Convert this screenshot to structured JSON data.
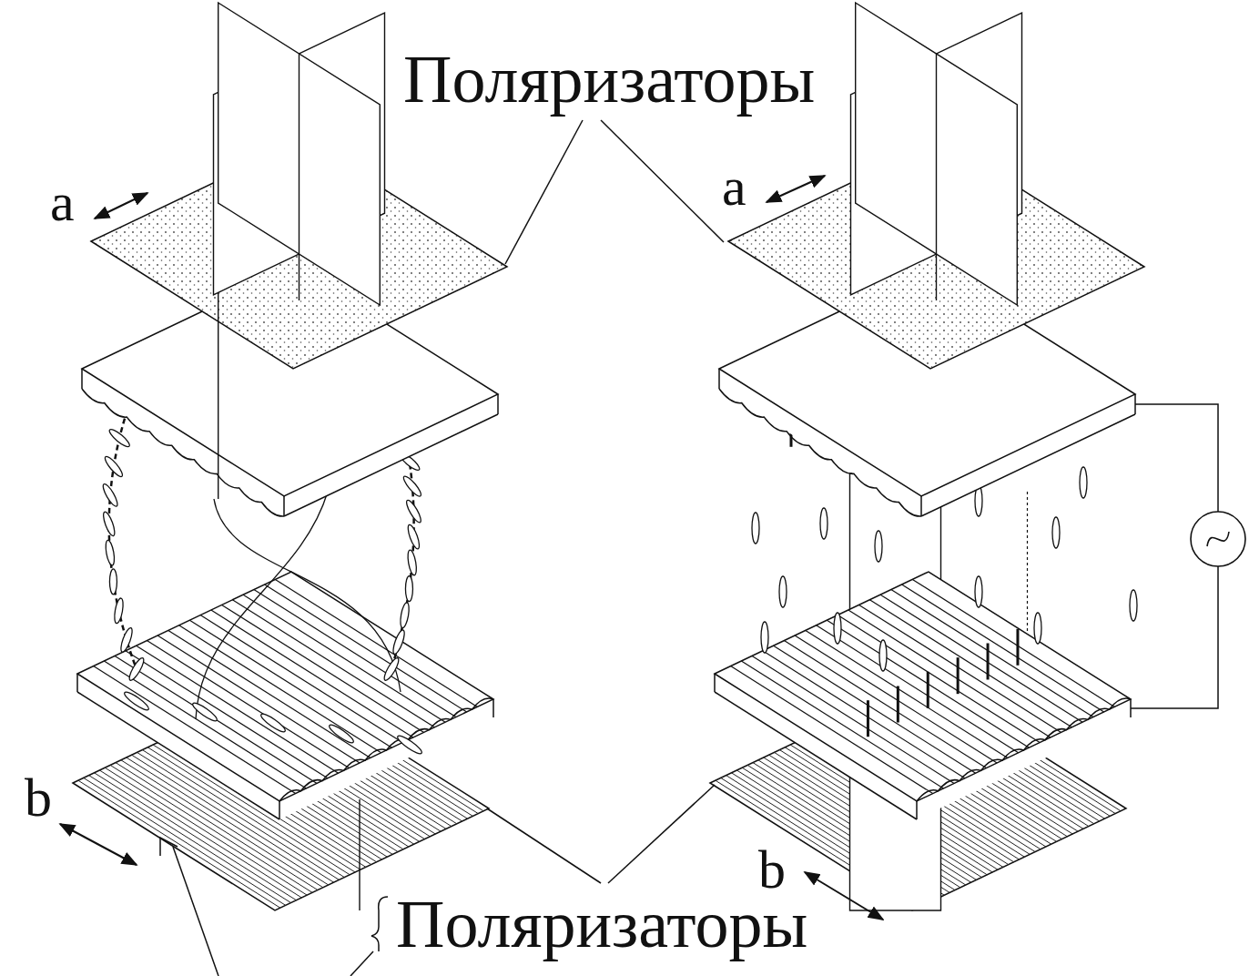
{
  "diagram": {
    "labels": [
      "Поляризаторы",
      "a",
      "a",
      "b",
      "b",
      "Поляризаторы"
    ]
  }
}
